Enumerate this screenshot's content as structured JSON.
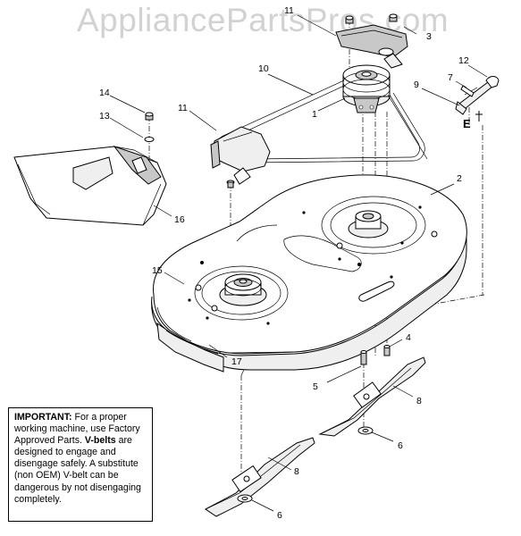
{
  "watermark": "AppliancePartsPros.com",
  "callouts": [
    {
      "id": "11a",
      "text": "11"
    },
    {
      "id": "3",
      "text": "3"
    },
    {
      "id": "10",
      "text": "10"
    },
    {
      "id": "12",
      "text": "12"
    },
    {
      "id": "7",
      "text": "7"
    },
    {
      "id": "9",
      "text": "9"
    },
    {
      "id": "1",
      "text": "1"
    },
    {
      "id": "14",
      "text": "14"
    },
    {
      "id": "13",
      "text": "13"
    },
    {
      "id": "11b",
      "text": "11"
    },
    {
      "id": "2",
      "text": "2"
    },
    {
      "id": "16",
      "text": "16"
    },
    {
      "id": "15",
      "text": "15"
    },
    {
      "id": "4",
      "text": "4"
    },
    {
      "id": "17",
      "text": "17"
    },
    {
      "id": "5",
      "text": "5"
    },
    {
      "id": "8a",
      "text": "8"
    },
    {
      "id": "6a",
      "text": "6"
    },
    {
      "id": "8b",
      "text": "8"
    },
    {
      "id": "6b",
      "text": "6"
    }
  ],
  "marker_label": "E",
  "note": {
    "important_label": "IMPORTANT:",
    "text1": " For a proper working machine, use Factory Approved Parts.",
    "vbelts_label": "V-belts",
    "text2": " are designed to engage and disengage safely. A substitute (non OEM) V-belt can be dangerous by not disengaging completely."
  }
}
